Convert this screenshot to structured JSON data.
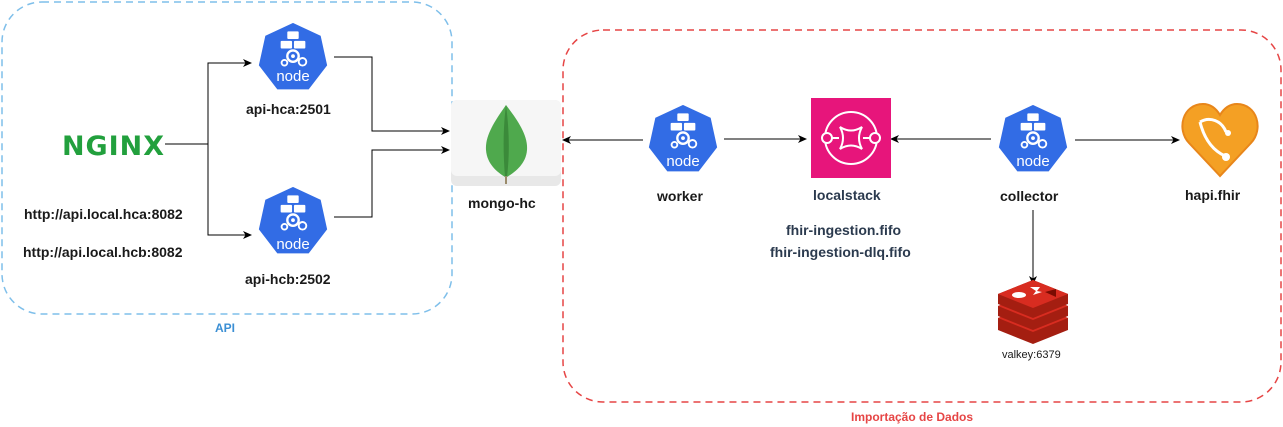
{
  "groups": {
    "api": {
      "label": "API",
      "border_color": "#7fbfea",
      "label_color": "#3b8fd4"
    },
    "import": {
      "label": "Importação de Dados",
      "border_color": "#e64545",
      "label_color": "#e64545"
    }
  },
  "nodes": {
    "nginx": {
      "logo_text": "NGINX",
      "color": "#22a03d"
    },
    "url_hca": "http://api.local.hca:8082",
    "url_hcb": "http://api.local.hcb:8082",
    "api_hca": {
      "label": "api-hca:2501",
      "icon_text": "node"
    },
    "api_hcb": {
      "label": "api-hcb:2502",
      "icon_text": "node"
    },
    "mongo": {
      "label": "mongo-hc"
    },
    "worker": {
      "label": "worker",
      "icon_text": "node"
    },
    "localstack": {
      "label": "localstack",
      "color": "#e7157b"
    },
    "queues": [
      "fhir-ingestion.fifo",
      "fhir-ingestion-dlq.fifo"
    ],
    "collector": {
      "label": "collector",
      "icon_text": "node"
    },
    "hapi": {
      "label": "hapi.fhir"
    },
    "valkey": {
      "label": "valkey:6379"
    }
  },
  "colors": {
    "k8s_blue": "#326ce5",
    "edge": "#000000"
  }
}
